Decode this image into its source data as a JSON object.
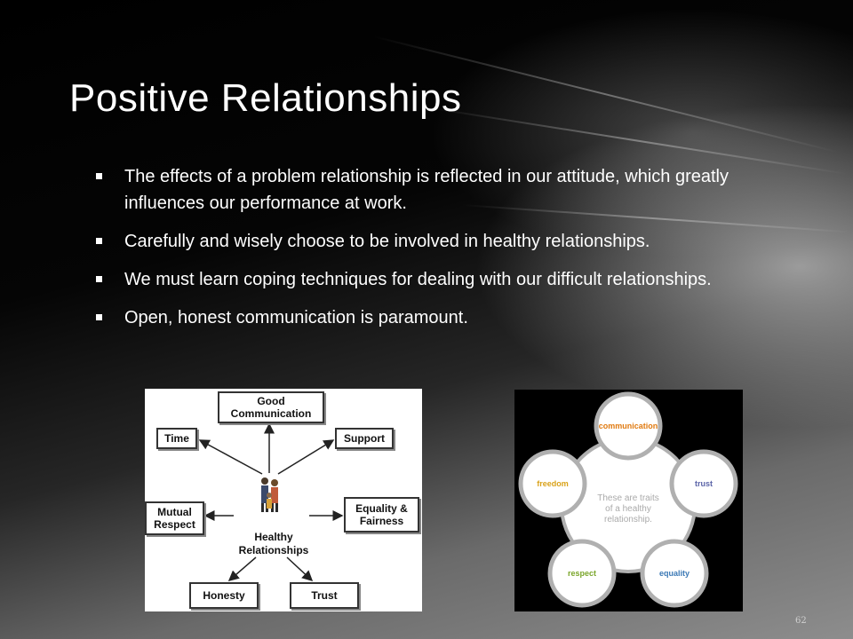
{
  "slide": {
    "title": "Positive Relationships",
    "bullets": [
      "The effects of a problem relationship is reflected in our attitude, which greatly influences our performance at work.",
      "Carefully and wisely choose to be involved in healthy relationships.",
      "We must learn coping techniques for dealing with our difficult relationships.",
      "Open, honest communication is paramount."
    ],
    "page_number": "62"
  },
  "diagram_left": {
    "center_line1": "Healthy",
    "center_line2": "Relationships",
    "boxes": {
      "good_communication_1": "Good",
      "good_communication_2": "Communication",
      "time": "Time",
      "support": "Support",
      "mutual_respect_1": "Mutual",
      "mutual_respect_2": "Respect",
      "equality_1": "Equality &",
      "equality_2": "Fairness",
      "honesty": "Honesty",
      "trust": "Trust"
    }
  },
  "diagram_right": {
    "center_text_1": "These are traits",
    "center_text_2": "of a healthy",
    "center_text_3": "relationship.",
    "traits": {
      "communication": "communication",
      "trust": "trust",
      "equality": "equality",
      "respect": "respect",
      "freedom": "freedom"
    },
    "colors": {
      "communication": "#e07a10",
      "trust": "#5a63a8",
      "equality": "#3a78b5",
      "respect": "#7aa52a",
      "freedom": "#d9a21a"
    }
  }
}
